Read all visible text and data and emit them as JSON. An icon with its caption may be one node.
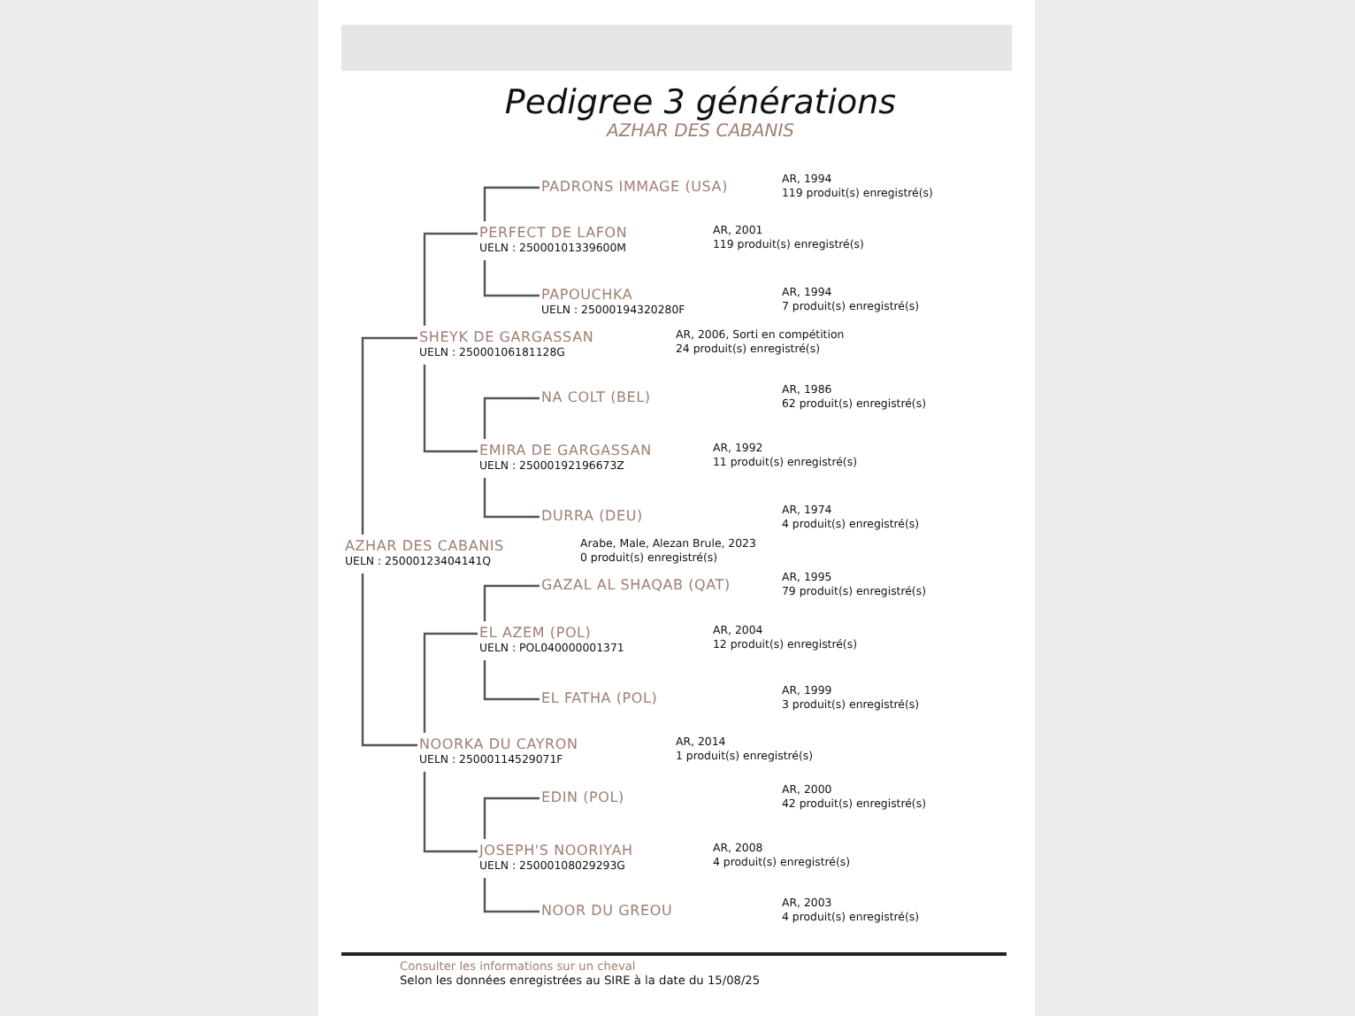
{
  "diagram": {
    "title": "Pedigree 3 générations",
    "nodes": [
      {
        "text": [
          "PADRONS IMMAGE (USA)"
        ],
        "beside": [
          "AR, 1994",
          "119 produit(s) enregistré(s)"
        ]
      },
      {
        "text": [
          "PERFECT DE LAFON",
          "UELN : 25000101339600M"
        ],
        "beside": [
          "AR, 2001",
          "119 produit(s) enregistré(s)"
        ]
      },
      {
        "text": [
          "PAPOUCHKA",
          "UELN : 25000194320280F"
        ],
        "beside": [
          "AR, 1994",
          "7 produit(s) enregistré(s)"
        ]
      },
      {
        "text": [
          "SHEYK DE GARGASSAN",
          "UELN : 25000106181128G"
        ],
        "beside": [
          "AR, 2006, Sorti en compétition",
          "24 produit(s) enregistré(s)"
        ]
      },
      {
        "text": [
          "NA COLT (BEL)"
        ],
        "beside": [
          "AR, 1986",
          "62 produit(s) enregistré(s)"
        ]
      },
      {
        "text": [
          "EMIRA DE GARGASSAN",
          "UELN : 25000192196673Z"
        ],
        "beside": [
          "AR, 1992",
          "11 produit(s) enregistré(s)"
        ]
      },
      {
        "text": [
          "DURRA (DEU)"
        ],
        "beside": [
          "AR, 1974",
          "4 produit(s) enregistré(s)"
        ]
      },
      {
        "text": [
          "AZHAR DES CABANIS",
          "UELN : 25000123404141Q"
        ],
        "beside": [
          "Arabe, Male, Alezan Brule, 2023",
          "0 produit(s) enregistré(s)"
        ]
      },
      {
        "text": [
          "GAZAL AL SHAQAB (QAT)"
        ],
        "beside": [
          "AR, 1995",
          "79 produit(s) enregistré(s)"
        ]
      },
      {
        "text": [
          "EL AZEM (POL)",
          "UELN : POL040000001371"
        ],
        "beside": [
          "AR, 2004",
          "12 produit(s) enregistré(s)"
        ]
      },
      {
        "text": [
          "EL FATHA (POL)"
        ],
        "beside": [
          "AR, 1999",
          "3 produit(s) enregistré(s)"
        ]
      },
      {
        "text": [
          "NOORKA DU CAYRON",
          "UELN : 25000114529071F"
        ],
        "beside": [
          "AR, 2014",
          "1 produit(s) enregistré(s)"
        ]
      },
      {
        "text": [
          "EDIN (POL)"
        ],
        "beside": [
          "AR, 2000",
          "42 produit(s) enregistré(s)"
        ]
      },
      {
        "text": [
          "JOSEPH'S NOORIYAH",
          "UELN : 25000108029293G"
        ],
        "beside": [
          "AR, 2008",
          "4 produit(s) enregistré(s)"
        ]
      },
      {
        "text": [
          "NOOR DU GREOU"
        ],
        "beside": [
          "AR, 2003",
          "4 produit(s) enregistré(s)"
        ]
      }
    ],
    "edges": [
      {
        "from": 1,
        "to": 0,
        "arrow": "none"
      },
      {
        "from": 1,
        "to": 2,
        "arrow": "none"
      },
      {
        "from": 3,
        "to": 1,
        "arrow": "none"
      },
      {
        "from": 5,
        "to": 4,
        "arrow": "none"
      },
      {
        "from": 5,
        "to": 6,
        "arrow": "none"
      },
      {
        "from": 3,
        "to": 5,
        "arrow": "none"
      },
      {
        "from": 7,
        "to": 3,
        "arrow": "none"
      },
      {
        "from": 9,
        "to": 8,
        "arrow": "none"
      },
      {
        "from": 9,
        "to": 10,
        "arrow": "none"
      },
      {
        "from": 11,
        "to": 9,
        "arrow": "none"
      },
      {
        "from": 13,
        "to": 12,
        "arrow": "none"
      },
      {
        "from": 13,
        "to": 14,
        "arrow": "none"
      },
      {
        "from": 11,
        "to": 13,
        "arrow": "none"
      },
      {
        "from": 7,
        "to": 11,
        "arrow": "none"
      }
    ],
    "labels": [
      "AZHAR DES CABANIS",
      "Consulter les informations sur un cheval",
      "Selon les données enregistrées au SIRE à la date du 15/08/25"
    ]
  }
}
